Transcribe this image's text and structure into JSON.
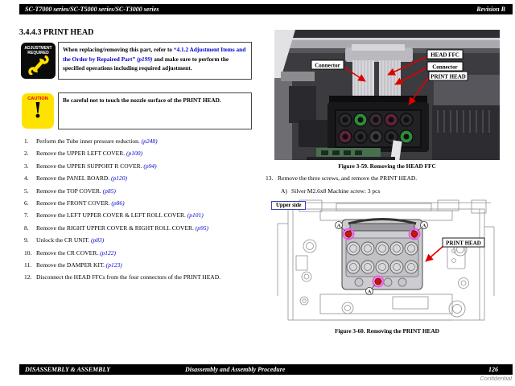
{
  "header": {
    "product": "SC-T7000 series/SC-T5000 series/SC-T3000 series",
    "revision": "Revision B"
  },
  "page": {
    "section_title": "3.4.4.3  PRINT HEAD"
  },
  "adjustment": {
    "badge_line1": "ADJUSTMENT",
    "badge_line2": "REQUIRED",
    "text_before": "When replacing/removing this part, refer to ",
    "link_text": "“4.1.2  Adjustment Items and the Order by Repaired Part”",
    "page_ref": " (p199)",
    "text_after": " and make sure to perform the specified operations including required adjustment."
  },
  "caution": {
    "badge": "CAUTION",
    "exclamation": "!",
    "text": "Be careful not to touch the nozzle surface of the PRINT HEAD."
  },
  "steps": [
    {
      "num": "1.",
      "text": "Perform the Tube inner pressure reduction. ",
      "ref": "(p248)"
    },
    {
      "num": "2.",
      "text": "Remove the UPPER LEFT COVER. ",
      "ref": "(p100)"
    },
    {
      "num": "3.",
      "text": "Remove the UPPER SUPPORT R COVER. ",
      "ref": "(p94)"
    },
    {
      "num": "4.",
      "text": "Remove the PANEL BOARD. ",
      "ref": "(p120)"
    },
    {
      "num": "5.",
      "text": "Remove the TOP COVER. ",
      "ref": "(p85)"
    },
    {
      "num": "6.",
      "text": "Remove the FRONT COVER. ",
      "ref": "(p86)"
    },
    {
      "num": "7.",
      "text": "Remove the LEFT UPPER COVER & LEFT ROLL COVER. ",
      "ref": "(p101)"
    },
    {
      "num": "8.",
      "text": "Remove the RIGHT UPPER COVER & RIGHT ROLL COVER. ",
      "ref": "(p95)"
    },
    {
      "num": "9.",
      "text": "Unlock the CR UNIT. ",
      "ref": "(p83)"
    },
    {
      "num": "10.",
      "text": "Remove the CR COVER. ",
      "ref": "(p122)"
    },
    {
      "num": "11.",
      "text": "Remove the DAMPER KIT. ",
      "ref": "(p123)"
    },
    {
      "num": "12.",
      "text": "Disconnect the HEAD FFCs from the four connectors of the PRINT HEAD.",
      "ref": ""
    }
  ],
  "step13": {
    "num": "13.",
    "text": "Remove the three screws, and remove the PRINT HEAD.",
    "sub_label": "A)",
    "sub_text": "Silver M2.6x8 Machine screw: 3 pcs"
  },
  "figure_3_59": {
    "caption": "Figure 3-59.  Removing the HEAD FFC",
    "label_connector_left": "Connector",
    "label_head_ffc": "HEAD FFC",
    "label_connector_right": "Connector",
    "label_print_head": "PRINT HEAD"
  },
  "figure_3_60": {
    "caption": "Figure 3-60.  Removing the PRINT HEAD",
    "label_upper_side": "Upper side",
    "label_print_head": "PRINT HEAD",
    "screw_marker": "A"
  },
  "footer": {
    "left": "DISASSEMBLY & ASSEMBLY",
    "center": "Disassembly and Assembly Procedure",
    "page_number": "126",
    "confidential": "Confidential"
  },
  "colors": {
    "link_blue": "#0000cc",
    "caution_yellow": "#ffe300",
    "caution_red": "#dd0000",
    "arrow_red": "#dd0000",
    "screw_red": "#cc1111",
    "screw_ring_magenta": "#ee55ee",
    "wrench_yellow": "#ffdf00"
  }
}
